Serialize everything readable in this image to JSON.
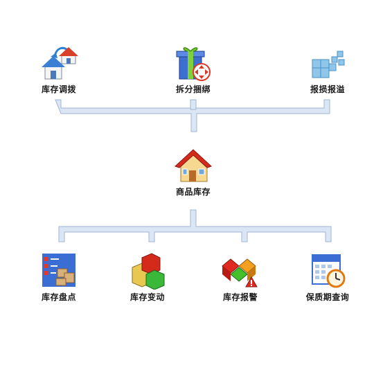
{
  "top_items": [
    {
      "label": "库存调拨",
      "icon": "houses-transfer-icon"
    },
    {
      "label": "拆分捆绑",
      "icon": "gift-box-split-icon"
    },
    {
      "label": "报损报溢",
      "icon": "blue-cubes-icon"
    }
  ],
  "center_item": {
    "label": "商品库存",
    "icon": "red-roof-house-icon"
  },
  "bottom_items": [
    {
      "label": "库存盘点",
      "icon": "checklist-boxes-icon"
    },
    {
      "label": "库存变动",
      "icon": "colored-boxes-icon"
    },
    {
      "label": "库存报警",
      "icon": "cubes-warning-icon"
    },
    {
      "label": "保质期查询",
      "icon": "calendar-clock-icon"
    }
  ],
  "colors": {
    "connector_fill": "#dbe6f4",
    "connector_stroke": "#9fb4d2"
  }
}
